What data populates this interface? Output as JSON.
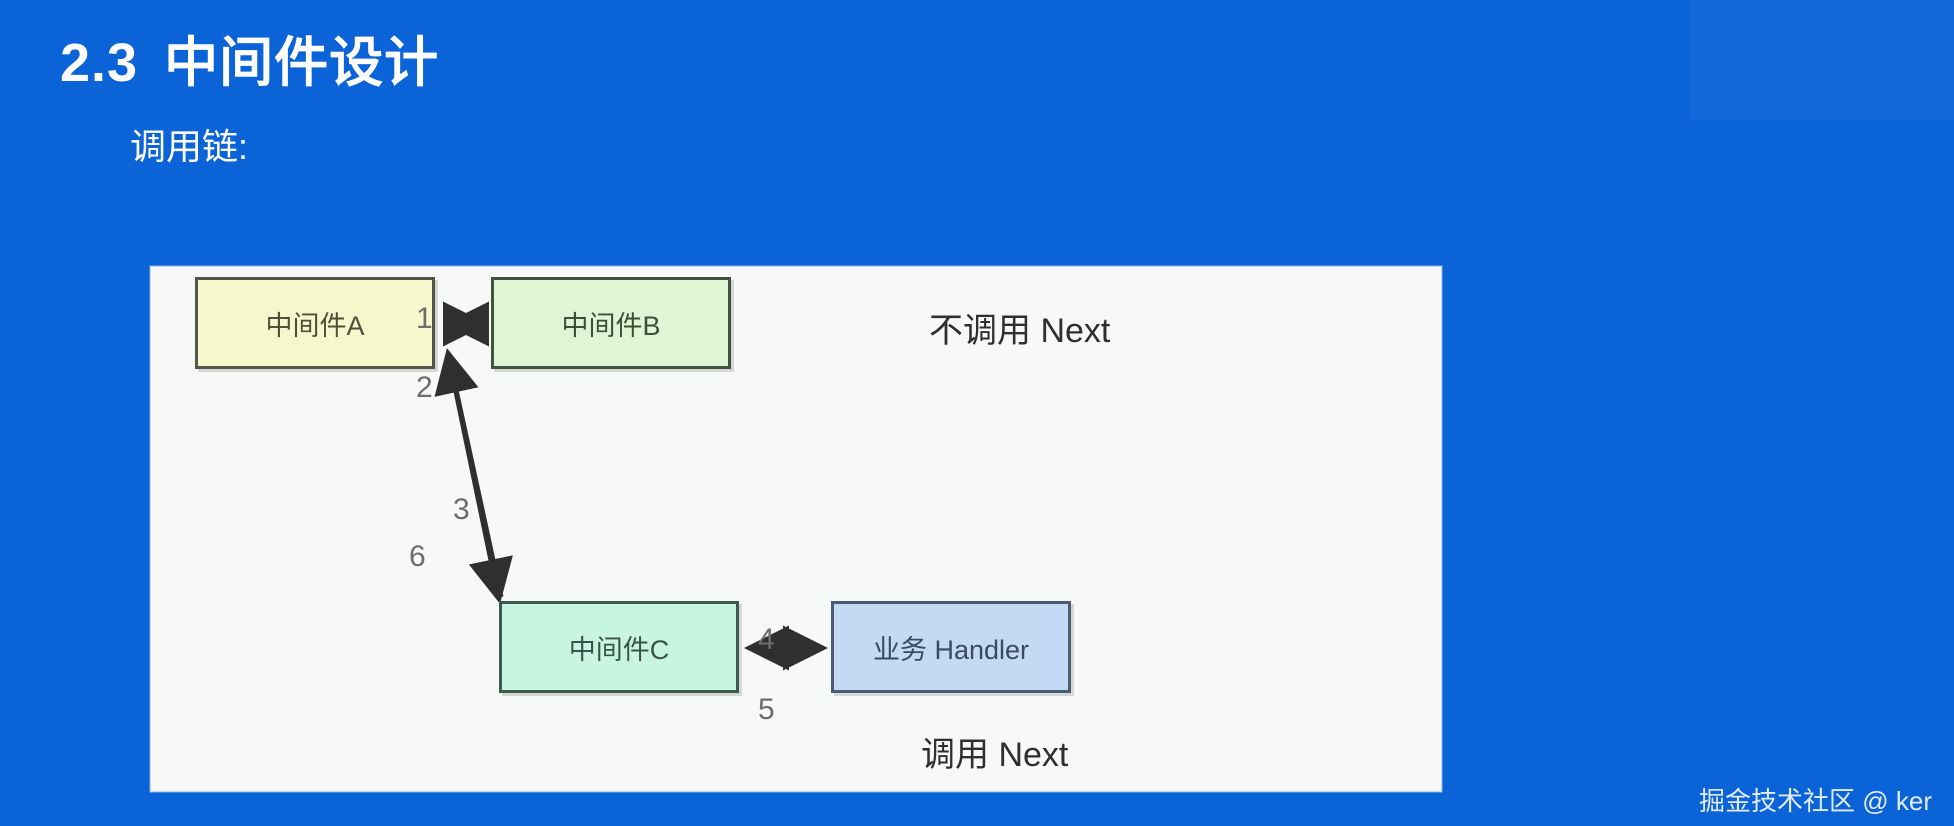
{
  "slide": {
    "background_color": "#0b63d8",
    "title_number": "2.3",
    "title_text": "中间件设计",
    "subtitle": "调用链:",
    "watermark": "掘金技术社区 @ ker"
  },
  "diagram": {
    "panel_background": "#f7f8f8",
    "nodes": [
      {
        "id": "a",
        "label": "中间件A",
        "fill": "#f7f7cd",
        "border": "#55554a"
      },
      {
        "id": "b",
        "label": "中间件B",
        "fill": "#e0f5d3",
        "border": "#41523d"
      },
      {
        "id": "c",
        "label": "中间件C",
        "fill": "#c8f4e2",
        "border": "#3c5b4e"
      },
      {
        "id": "handler",
        "label": "业务 Handler",
        "fill": "#c3daf5",
        "border": "#4a5b72"
      }
    ],
    "edges": [
      {
        "id": "a-b",
        "from": "a",
        "to": "b",
        "labels": [
          "1",
          "2"
        ],
        "style": "double-arrow-horizontal"
      },
      {
        "id": "a-c",
        "from": "a",
        "to": "c",
        "labels": [
          "3",
          "6"
        ],
        "style": "double-arrow-diagonal"
      },
      {
        "id": "c-handler",
        "from": "c",
        "to": "handler",
        "labels": [
          "4",
          "5"
        ],
        "style": "double-arrow-horizontal"
      }
    ],
    "edge_labels": {
      "one": "1",
      "two": "2",
      "three": "3",
      "four": "4",
      "five": "5",
      "six": "6"
    },
    "notes": {
      "no_next": "不调用 Next",
      "call_next": "调用 Next"
    }
  }
}
